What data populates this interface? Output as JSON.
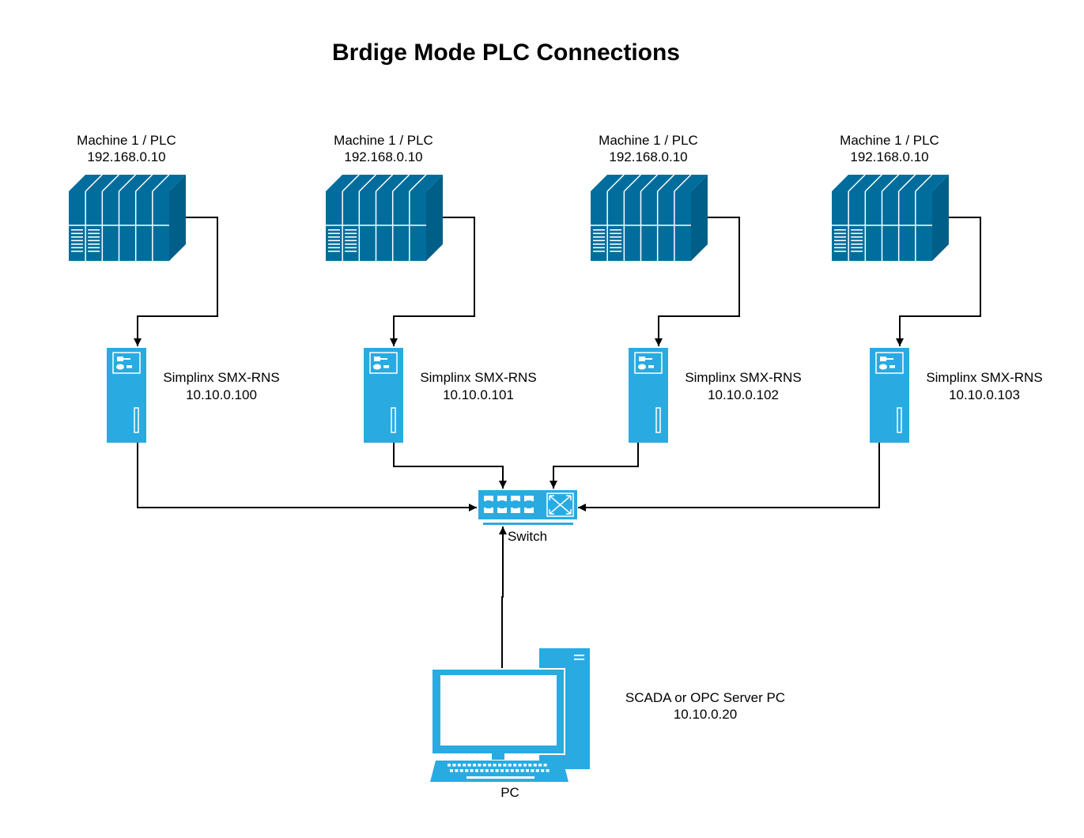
{
  "title": "Brdige Mode PLC Connections",
  "colors": {
    "plc_front": "#006d9d",
    "plc_side": "#005f88",
    "device_blue": "#29abe2",
    "wire": "#000000"
  },
  "plcs": [
    {
      "name": "Machine 1 / PLC",
      "ip": "192.168.0.10"
    },
    {
      "name": "Machine 1 / PLC",
      "ip": "192.168.0.10"
    },
    {
      "name": "Machine 1 / PLC",
      "ip": "192.168.0.10"
    },
    {
      "name": "Machine 1 / PLC",
      "ip": "192.168.0.10"
    }
  ],
  "gateways": [
    {
      "name": "Simplinx SMX-RNS",
      "ip": "10.10.0.100"
    },
    {
      "name": "Simplinx SMX-RNS",
      "ip": "10.10.0.101"
    },
    {
      "name": "Simplinx SMX-RNS",
      "ip": "10.10.0.102"
    },
    {
      "name": "Simplinx SMX-RNS",
      "ip": "10.10.0.103"
    }
  ],
  "switch": {
    "label": "Switch",
    "icon": "network-switch-icon"
  },
  "pc": {
    "label": "PC",
    "role": "SCADA or OPC Server PC",
    "ip": "10.10.0.20",
    "icon": "desktop-pc-icon"
  }
}
